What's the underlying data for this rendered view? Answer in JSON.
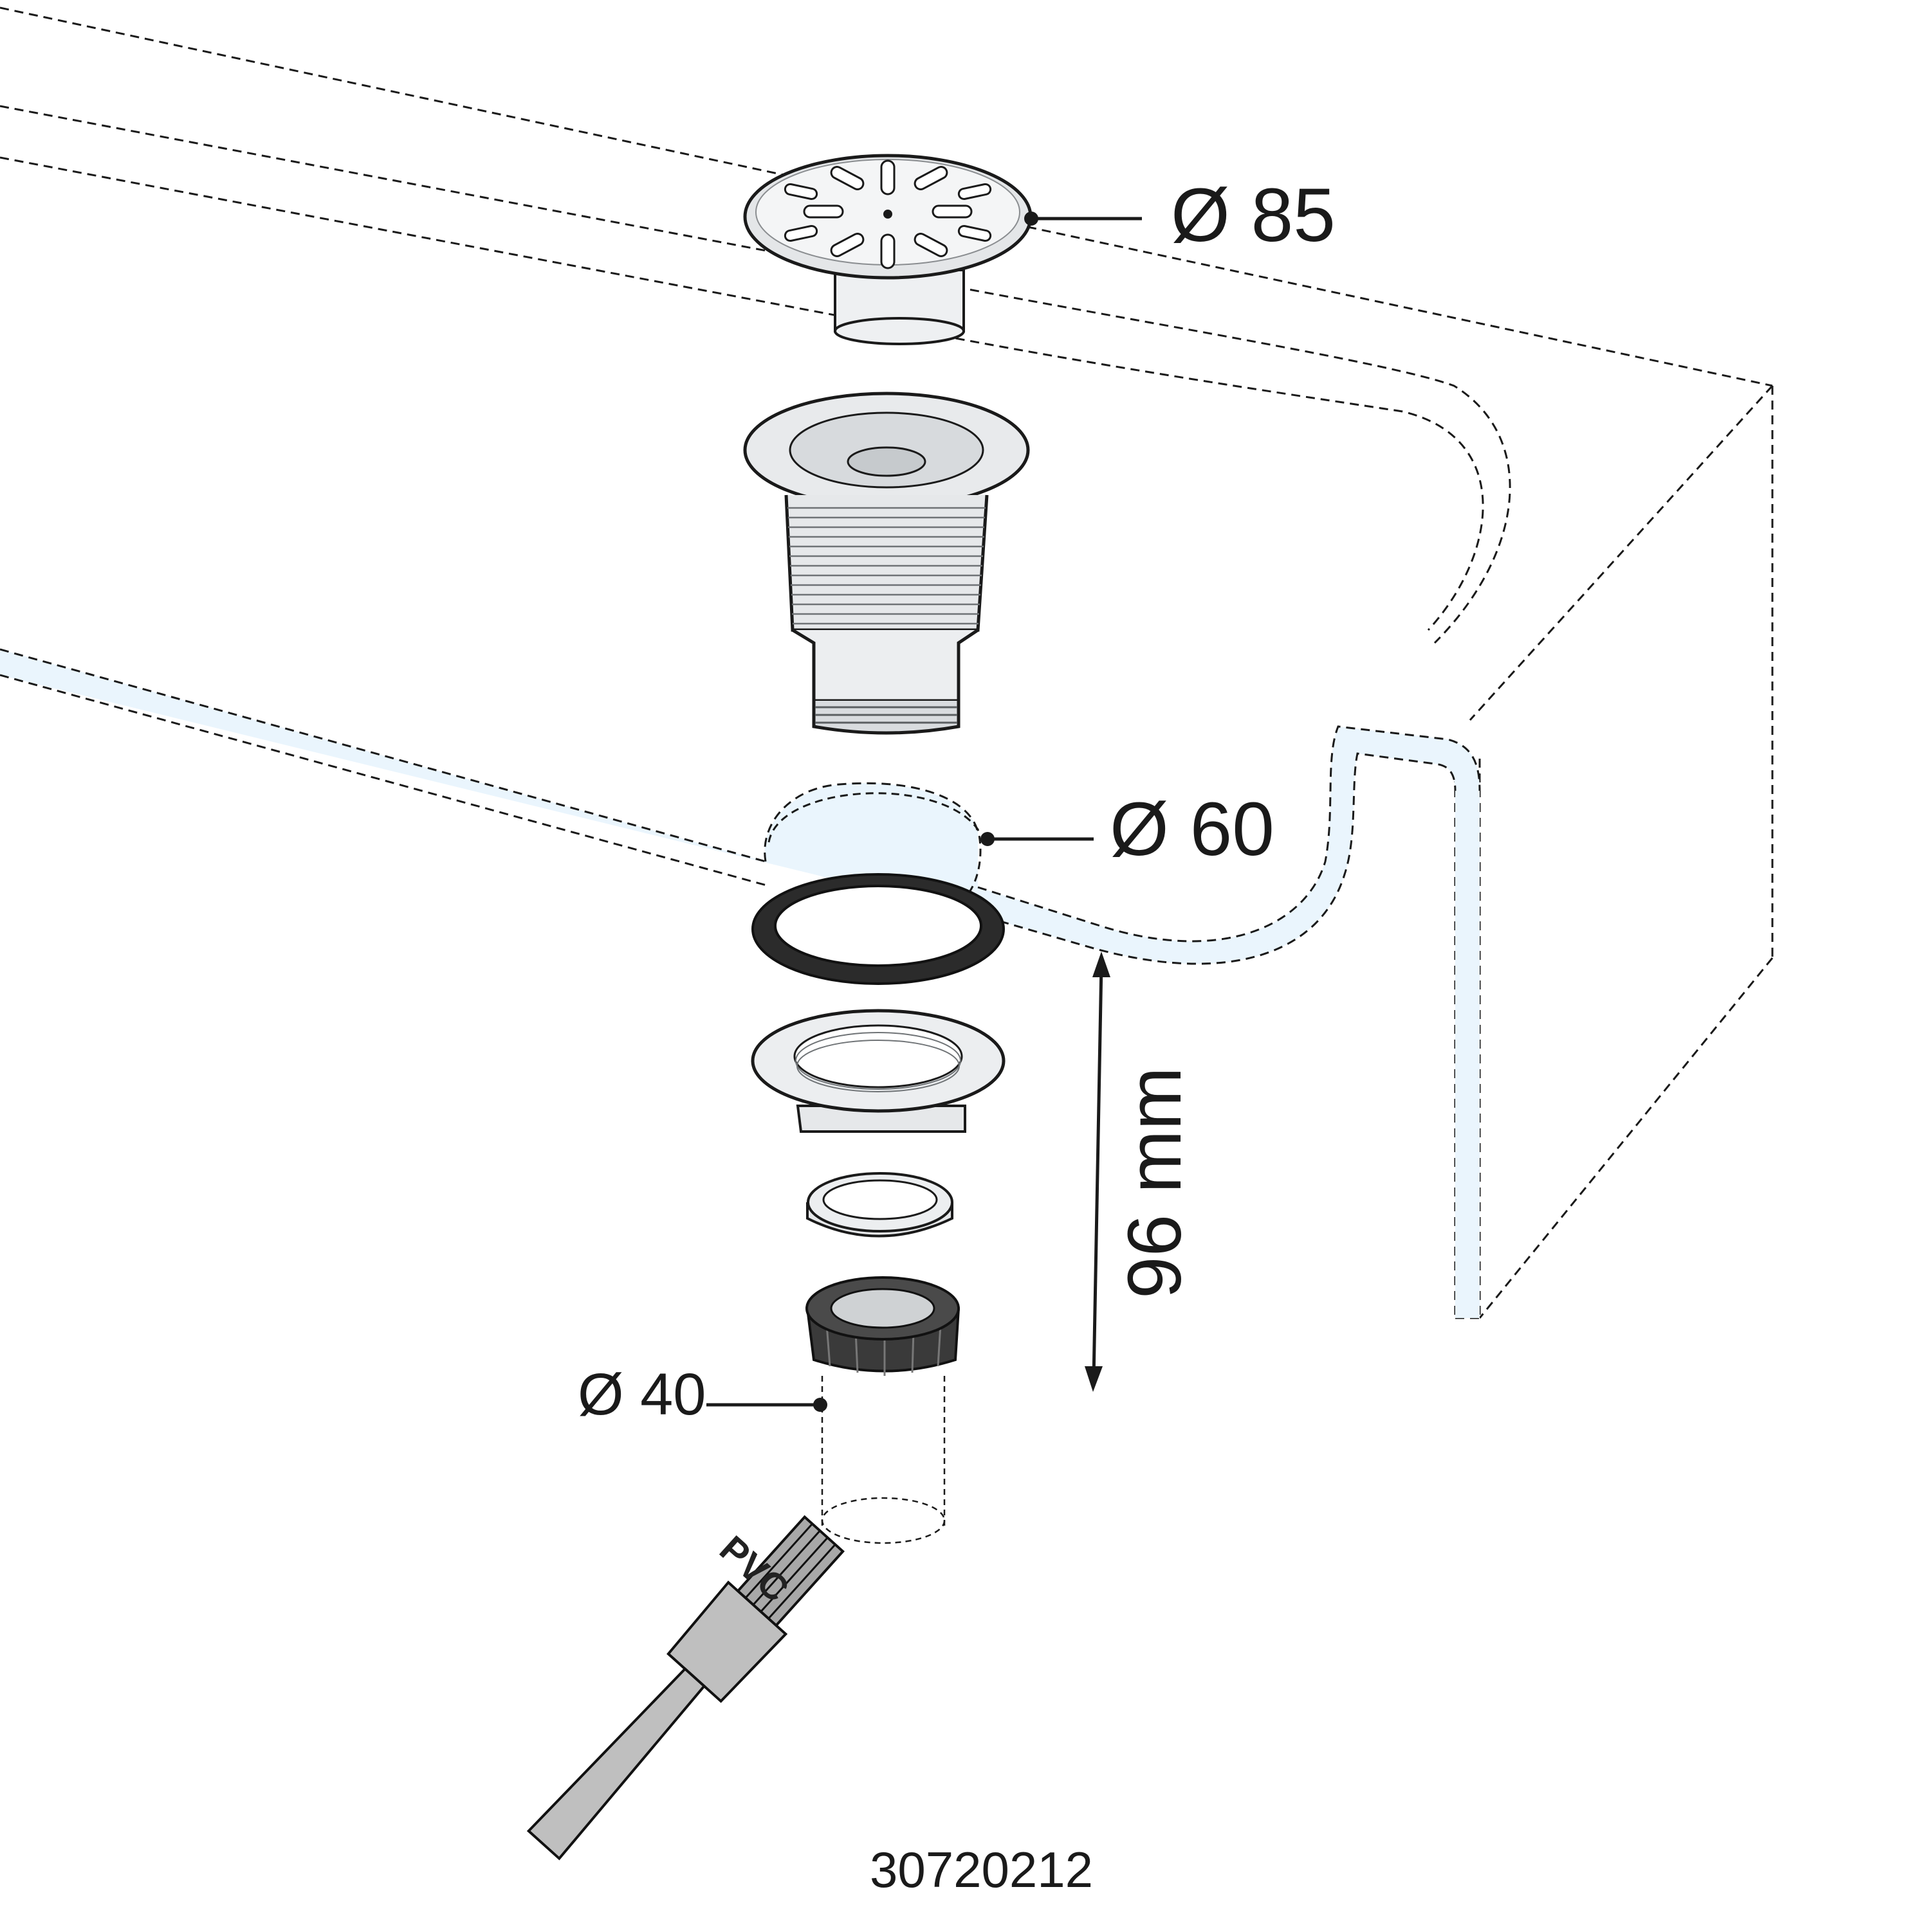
{
  "labels": {
    "grate_diameter": "Ø 85",
    "hole_diameter": "Ø 60",
    "outlet_diameter": "Ø 40",
    "height": "96 mm",
    "reference": "30720212",
    "brush_text": "PVC"
  },
  "colors": {
    "line": "#1a1a1a",
    "metal": "#e4e6e8",
    "metal_dark": "#b9bdc1",
    "gasket": "#2b2b2b",
    "nut": "#3a3a3a",
    "brush": "#bfbfbf",
    "water": "#eaf5fd"
  }
}
